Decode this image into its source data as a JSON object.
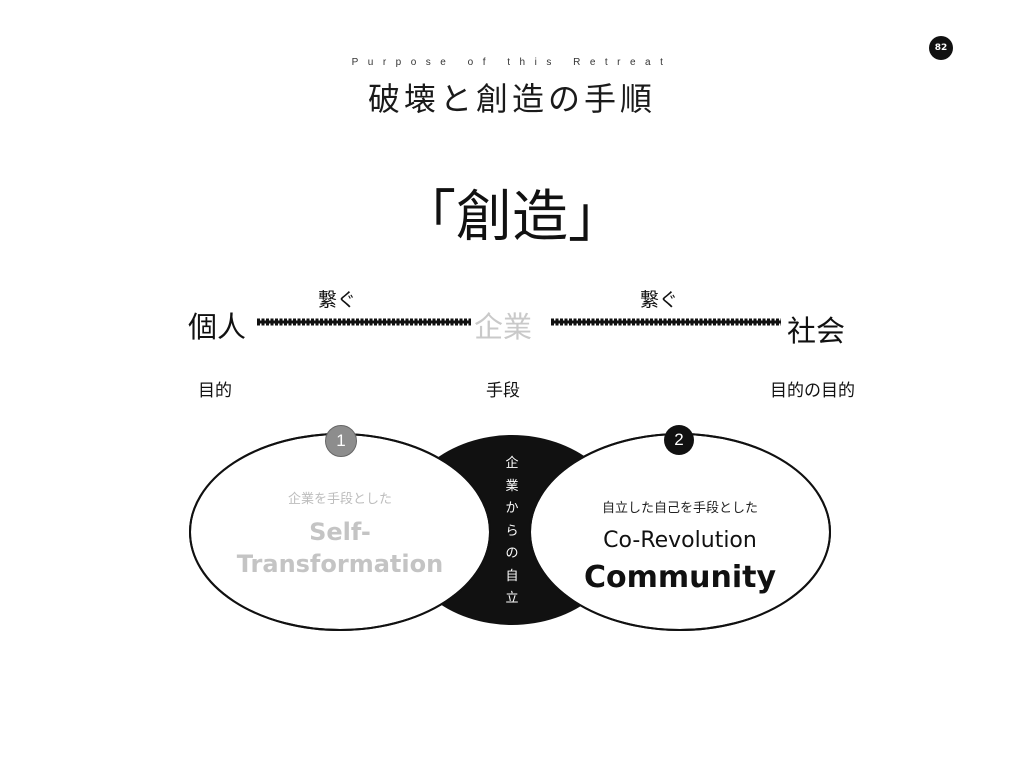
{
  "page_number": "82",
  "header": {
    "subtitle": "Purpose of this Retreat",
    "title": "破壊と創造の手順"
  },
  "heading": "「創造」",
  "flow": {
    "left_node": "個人",
    "middle_node": "企業",
    "right_node": "社会",
    "left_connector_label": "繋ぐ",
    "right_connector_label": "繋ぐ"
  },
  "roles": {
    "left": "目的",
    "middle": "手段",
    "right": "目的の目的"
  },
  "venn": {
    "intersection_label": [
      "企",
      "業",
      "か",
      "ら",
      "の",
      "自",
      "立"
    ],
    "left": {
      "badge": "1",
      "subtitle": "企業を手段とした",
      "title_line1": "Self-",
      "title_line2": "Transformation"
    },
    "right": {
      "badge": "2",
      "subtitle": "自立した自己を手段とした",
      "title_line1": "Co-Revolution",
      "title_line2": "Community"
    }
  },
  "colors": {
    "ink": "#111111",
    "muted": "#c4c4c4",
    "badge_1": "#8d8d8d",
    "badge_2": "#111111"
  }
}
